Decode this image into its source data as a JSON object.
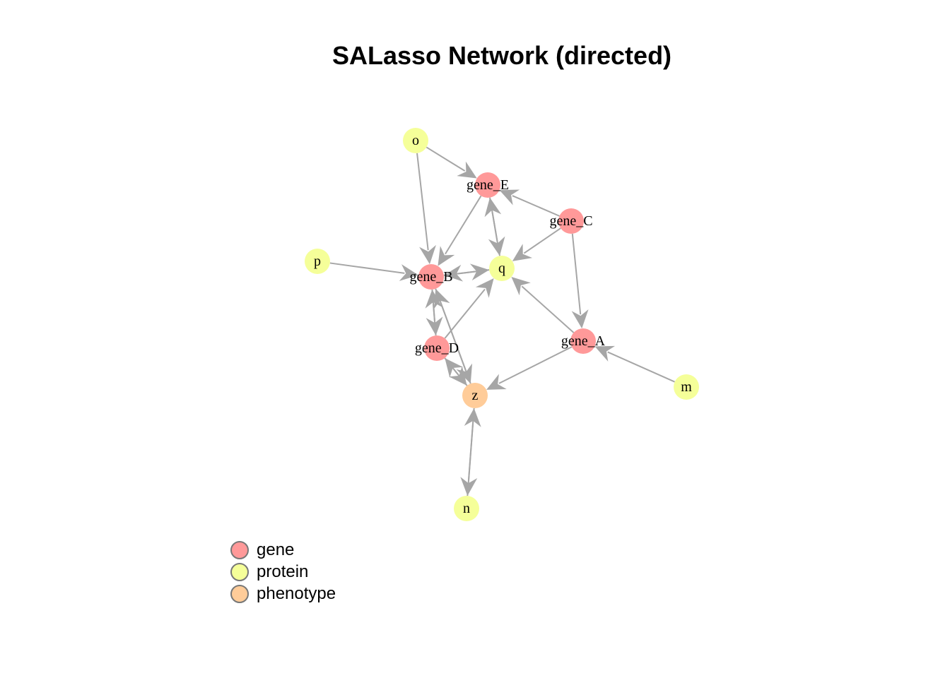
{
  "title": "SALasso Network (directed)",
  "colors": {
    "gene": "#ff9999",
    "protein": "#f5ff99",
    "phenotype": "#ffcc99",
    "edge": "#a6a6a6",
    "legend_border": "#777777"
  },
  "nodes": [
    {
      "id": "o",
      "label": "o",
      "type": "protein"
    },
    {
      "id": "gene_E",
      "label": "gene_E",
      "type": "gene"
    },
    {
      "id": "gene_C",
      "label": "gene_C",
      "type": "gene"
    },
    {
      "id": "p",
      "label": "p",
      "type": "protein"
    },
    {
      "id": "gene_B",
      "label": "gene_B",
      "type": "gene"
    },
    {
      "id": "q",
      "label": "q",
      "type": "protein"
    },
    {
      "id": "gene_D",
      "label": "gene_D",
      "type": "gene"
    },
    {
      "id": "gene_A",
      "label": "gene_A",
      "type": "gene"
    },
    {
      "id": "z",
      "label": "z",
      "type": "phenotype"
    },
    {
      "id": "m",
      "label": "m",
      "type": "protein"
    },
    {
      "id": "n",
      "label": "n",
      "type": "protein"
    }
  ],
  "edges": [
    {
      "from": "o",
      "to": "gene_E"
    },
    {
      "from": "o",
      "to": "gene_B"
    },
    {
      "from": "gene_C",
      "to": "gene_E"
    },
    {
      "from": "gene_E",
      "to": "gene_B"
    },
    {
      "from": "gene_E",
      "to": "q"
    },
    {
      "from": "q",
      "to": "gene_E"
    },
    {
      "from": "gene_C",
      "to": "q"
    },
    {
      "from": "gene_C",
      "to": "gene_A"
    },
    {
      "from": "p",
      "to": "gene_B"
    },
    {
      "from": "q",
      "to": "gene_B"
    },
    {
      "from": "gene_B",
      "to": "q"
    },
    {
      "from": "gene_A",
      "to": "q"
    },
    {
      "from": "gene_D",
      "to": "q"
    },
    {
      "from": "gene_B",
      "to": "gene_D"
    },
    {
      "from": "gene_D",
      "to": "gene_B"
    },
    {
      "from": "z",
      "to": "gene_B"
    },
    {
      "from": "gene_B",
      "to": "z"
    },
    {
      "from": "gene_D",
      "to": "z"
    },
    {
      "from": "z",
      "to": "gene_D"
    },
    {
      "from": "gene_A",
      "to": "z"
    },
    {
      "from": "m",
      "to": "gene_A"
    },
    {
      "from": "n",
      "to": "z"
    },
    {
      "from": "z",
      "to": "n"
    }
  ],
  "legend": [
    {
      "label": "gene",
      "type": "gene"
    },
    {
      "label": "protein",
      "type": "protein"
    },
    {
      "label": "phenotype",
      "type": "phenotype"
    }
  ]
}
